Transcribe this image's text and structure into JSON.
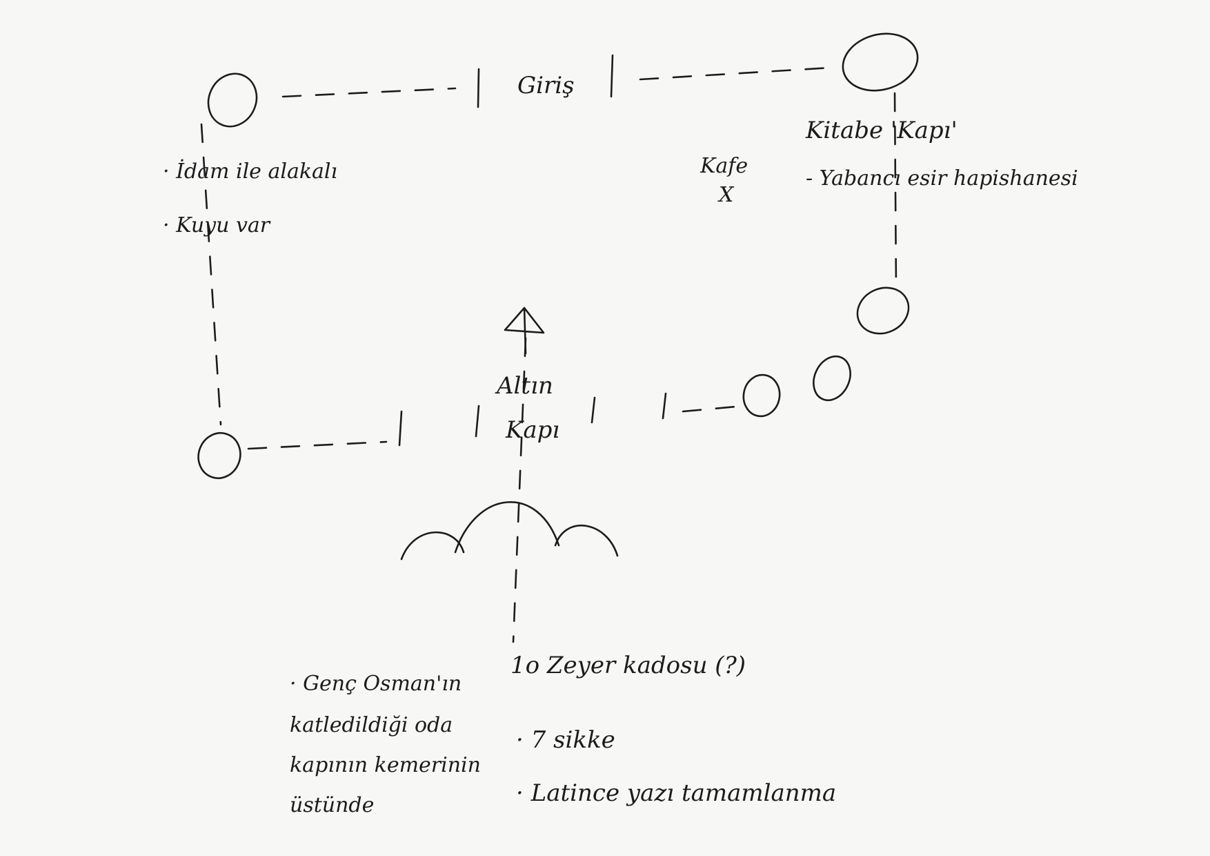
{
  "labels": {
    "giris": "Giriş",
    "idam": "· İdam ile alakalı",
    "kuyu": "· Kuyu var",
    "kirk_kapi": "Kitabe 'Kapı'",
    "yabanci": "- Yabancı esir hapishanesi",
    "kafe": "Kafe",
    "kafe_mark": "X",
    "altin": "Altın",
    "kapi": "Kapı",
    "zeyer": "1o Zeyer kadosu (?)",
    "note_1": "· Genç Osman'ın",
    "note_2": "katledildiği oda",
    "note_3": "kapının kemerinin",
    "note_4": "üstünde",
    "sikke": "· 7 sikke",
    "latince": "· Latince yazı tamamlanma"
  }
}
